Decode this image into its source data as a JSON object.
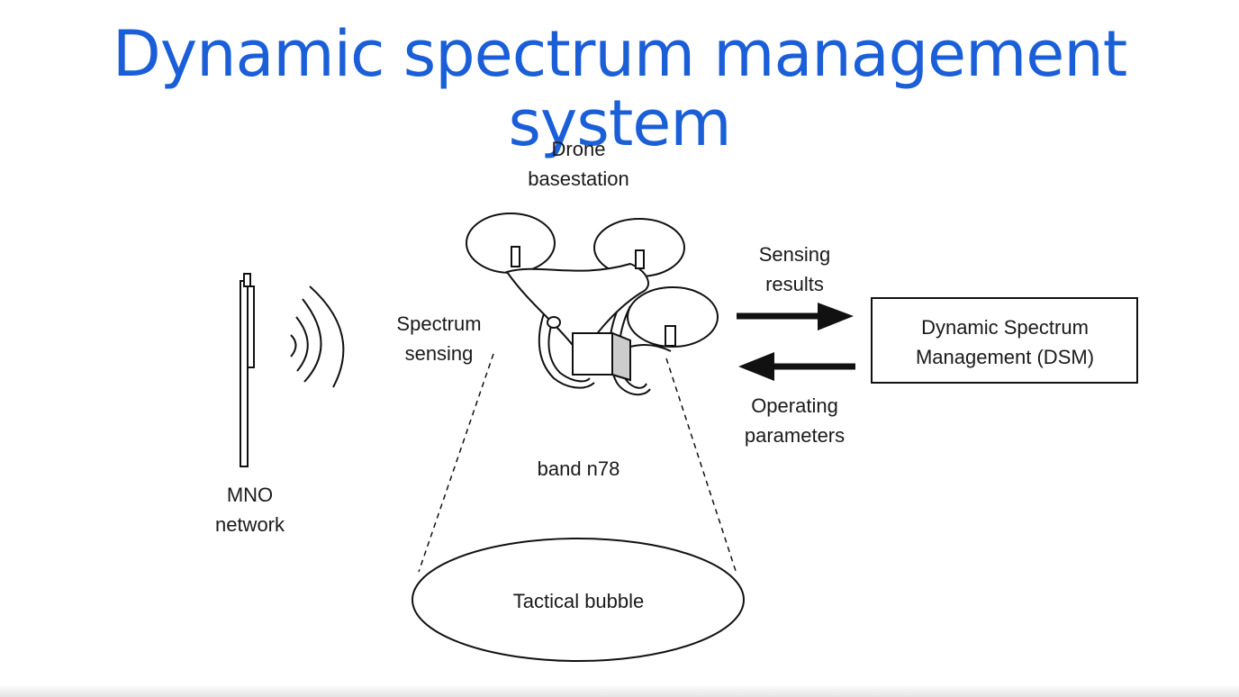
{
  "title": "Dynamic spectrum management system",
  "title_color": "#1a5fd8",
  "labels": {
    "drone": [
      "Drone",
      "basestation"
    ],
    "sensing_results": [
      "Sensing",
      "results"
    ],
    "spectrum_sensing": [
      "Spectrum",
      "sensing"
    ],
    "dsm": [
      "Dynamic Spectrum",
      "Management (DSM)"
    ],
    "operating_parameters": [
      "Operating",
      "parameters"
    ],
    "band": "band n78",
    "mno": [
      "MNO",
      "network"
    ],
    "tactical_bubble": "Tactical bubble"
  },
  "icons": {
    "drone": "drone-icon",
    "tower": "antenna-tower-icon",
    "signal": "radio-waves-icon",
    "arrow_right": "arrow-right-icon",
    "arrow_left": "arrow-left-icon"
  },
  "colors": {
    "line": "#111111",
    "text": "#1a1a1a"
  }
}
